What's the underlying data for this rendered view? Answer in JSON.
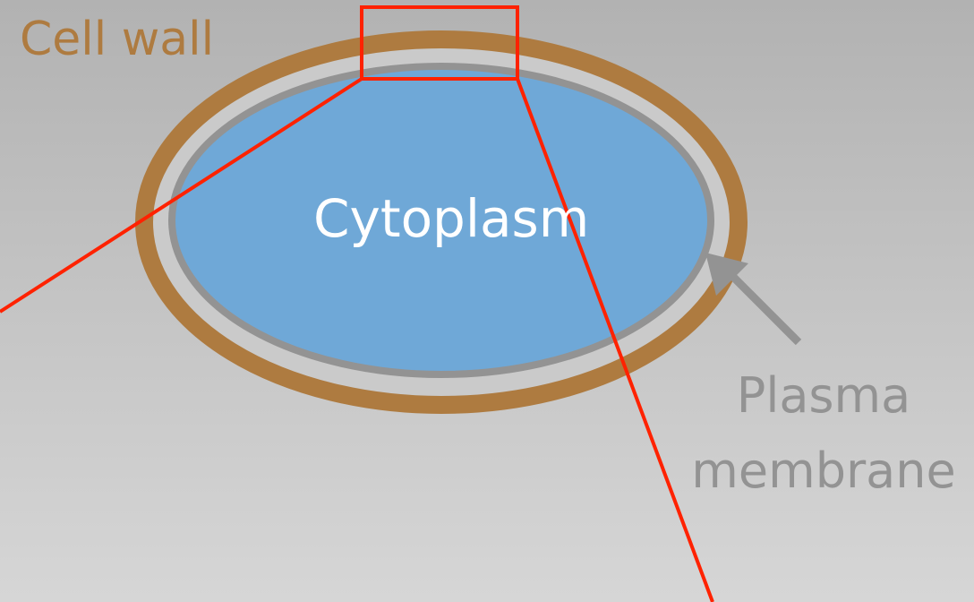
{
  "labels": {
    "cell_wall": "Cell wall",
    "cytoplasm": "Cytoplasm",
    "plasma_membrane_line1": "Plasma",
    "plasma_membrane_line2": "membrane"
  },
  "colors": {
    "background_top": "#b2b2b2",
    "background_bottom": "#d6d6d6",
    "cell_wall": "#ae7b40",
    "plasma_membrane": "#939393",
    "gap": "#cacaca",
    "cytoplasm": "#6fa8d7",
    "zoom_box": "#ff2200",
    "arrow": "#939393",
    "cytoplasm_text": "#ffffff"
  }
}
